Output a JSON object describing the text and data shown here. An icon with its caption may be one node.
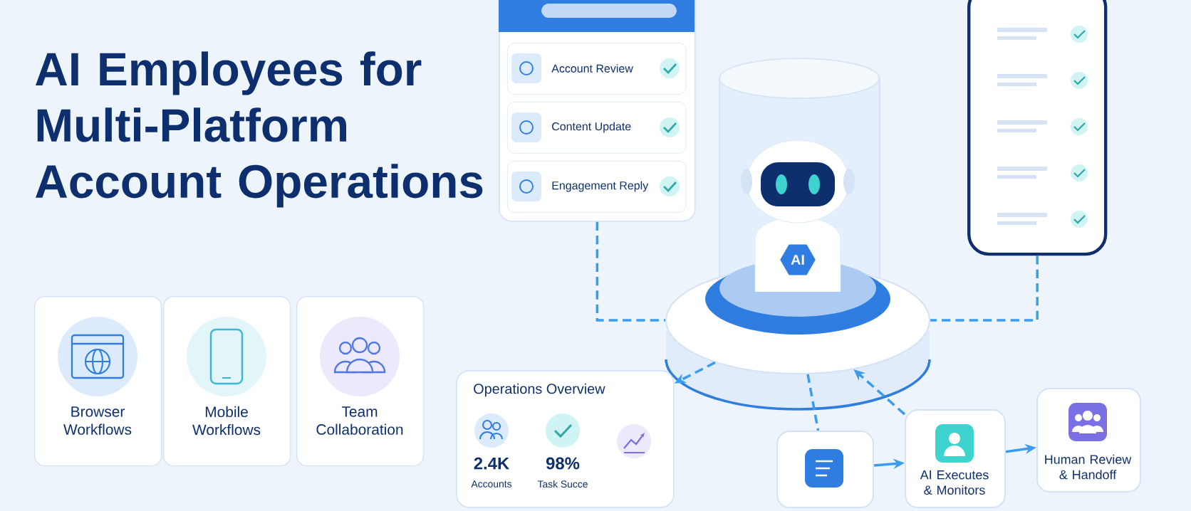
{
  "diagram": {
    "title": "AI Employees for Multi-Platform Account Operations",
    "nodes": [
      {
        "text": [],
        "shape": "box"
      },
      {
        "text": [
          "Account Review"
        ],
        "in": 0
      },
      {
        "text": [
          "Content Update"
        ],
        "in": 0
      },
      {
        "text": [
          "Engagement Reply"
        ],
        "in": 0
      },
      {
        "text": [],
        "shape": "box"
      },
      {
        "text": [
          "AI"
        ]
      },
      {
        "text": [
          "Operations Overview",
          "2.4K",
          "Accounts",
          "98%",
          "Task Succe"
        ]
      },
      {
        "text": [],
        "shape": "box"
      },
      {
        "text": [
          "AI Executes & Monitors"
        ]
      },
      {
        "text": [
          "Human Review & Handoff"
        ]
      },
      {
        "text": [
          "Browser Workflows"
        ]
      },
      {
        "text": [
          "Mobile Workflows"
        ]
      },
      {
        "text": [
          "Team Collaboration"
        ]
      }
    ],
    "edges": [
      {
        "from": 0,
        "to": 5,
        "arrow": "none",
        "style": "dashed"
      },
      {
        "from": 4,
        "to": 5,
        "arrow": "none",
        "style": "dashed"
      },
      {
        "from": 5,
        "to": 6,
        "arrow": "to",
        "style": "dashed"
      },
      {
        "from": 5,
        "to": 7,
        "arrow": "none",
        "style": "dashed"
      },
      {
        "from": 8,
        "to": 5,
        "arrow": "to",
        "style": "dashed"
      },
      {
        "from": 7,
        "to": 8,
        "arrow": "to"
      },
      {
        "from": 8,
        "to": 9,
        "arrow": "to"
      }
    ]
  }
}
